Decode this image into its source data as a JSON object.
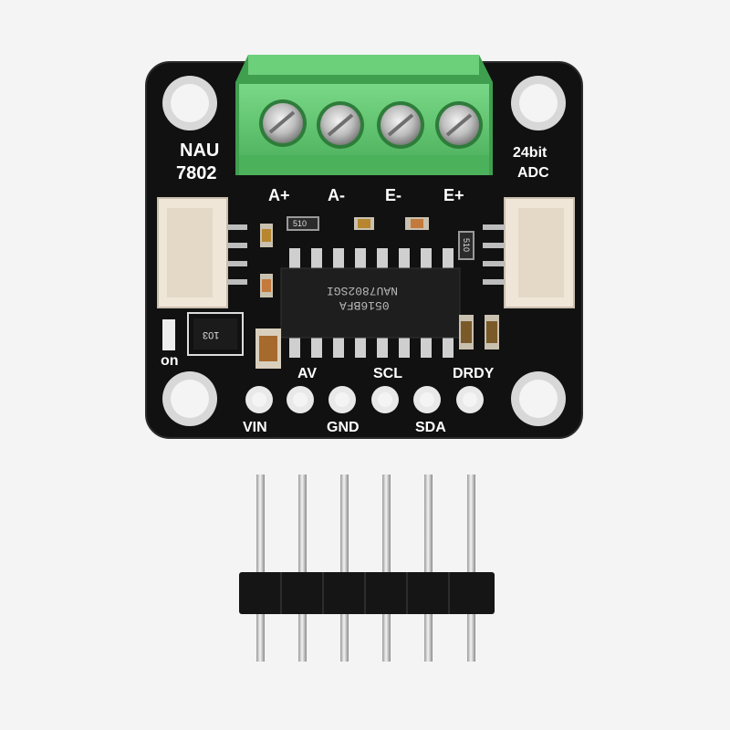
{
  "board": {
    "name_line1": "NAU",
    "name_line2": "7802",
    "spec_line1": "24bit",
    "spec_line2": "ADC",
    "led_label": "on",
    "terminal_labels": [
      "A+",
      "A-",
      "E-",
      "E+"
    ],
    "pin_labels_top": [
      "AV",
      "SCL",
      "DRDY"
    ],
    "pin_labels_bottom": [
      "VIN",
      "GND",
      "SDA"
    ],
    "chip_marking_line1": "NAU7802SGI",
    "chip_marking_line2": "0516BFA",
    "resistor_code": "103",
    "small_resistor_codes": [
      "510",
      "510"
    ]
  },
  "colors": {
    "background": "#f4f4f4",
    "pcb": "#111111",
    "terminal_block": "#5cc26c",
    "silkscreen": "#ffffff",
    "connector": "#efe6d8"
  }
}
